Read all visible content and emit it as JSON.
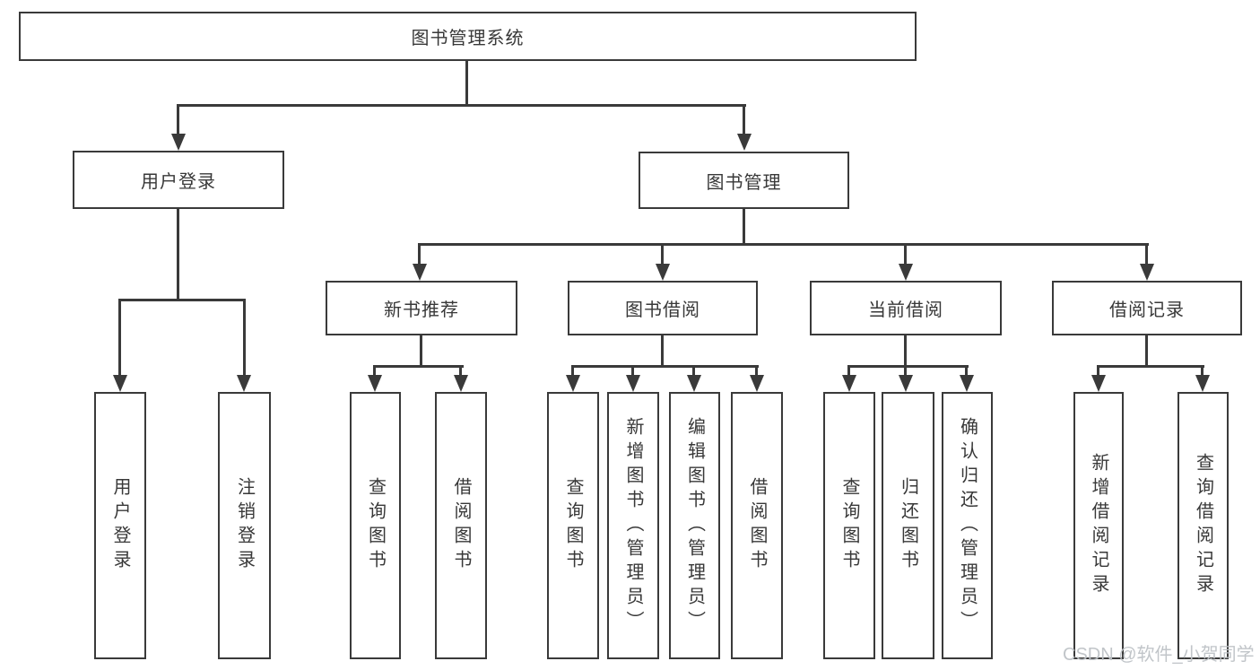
{
  "tree": {
    "label": "图书管理系统",
    "children": [
      {
        "label": "用户登录",
        "children": [
          {
            "label": "用户登录"
          },
          {
            "label": "注销登录"
          }
        ]
      },
      {
        "label": "图书管理",
        "children": [
          {
            "label": "新书推荐",
            "children": [
              {
                "label": "查询图书"
              },
              {
                "label": "借阅图书"
              }
            ]
          },
          {
            "label": "图书借阅",
            "children": [
              {
                "label": "查询图书"
              },
              {
                "label": "新增图书（管理员）"
              },
              {
                "label": "编辑图书（管理员）"
              },
              {
                "label": "借阅图书"
              }
            ]
          },
          {
            "label": "当前借阅",
            "children": [
              {
                "label": "查询图书"
              },
              {
                "label": "归还图书"
              },
              {
                "label": "确认归还（管理员）"
              }
            ]
          },
          {
            "label": "借阅记录",
            "children": [
              {
                "label": "新增借阅记录"
              },
              {
                "label": "查询借阅记录"
              }
            ]
          }
        ]
      }
    ]
  },
  "watermark": {
    "text": "CSDN @软件_小贺同学"
  },
  "colors": {
    "line": "#3a3a3a",
    "text": "#383838",
    "background": "#ffffff",
    "watermark": "#bec2c6"
  }
}
